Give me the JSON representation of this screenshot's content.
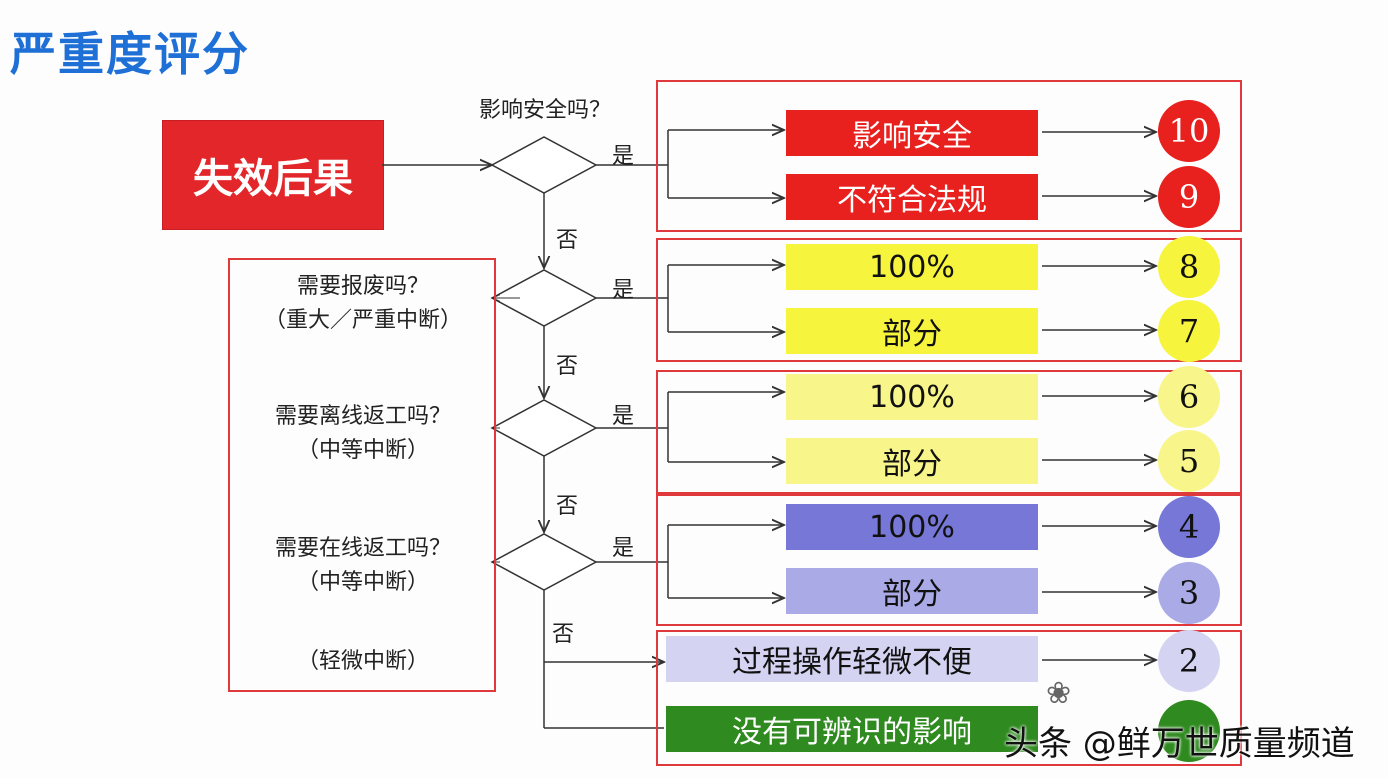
{
  "title": "严重度评分",
  "start": "失效后果",
  "questions": [
    {
      "line1": "影响安全吗？",
      "line2": ""
    },
    {
      "line1": "需要报废吗？",
      "line2": "（重大／严重中断）"
    },
    {
      "line1": "需要离线返工吗？",
      "line2": "（中等中断）"
    },
    {
      "line1": "需要在线返工吗？",
      "line2": "（中等中断）"
    }
  ],
  "minor_label": "（轻微中断）",
  "yes": "是",
  "no": "否",
  "outcomes": [
    {
      "label": "影响安全",
      "score": "10",
      "color": "#e8201e",
      "text_color": "#ffffff",
      "circle": "#e8201e",
      "circle_text": "#ffffff"
    },
    {
      "label": "不符合法规",
      "score": "9",
      "color": "#e8201e",
      "text_color": "#ffffff",
      "circle": "#e8201e",
      "circle_text": "#ffffff"
    },
    {
      "label": "100%",
      "score": "8",
      "color": "#f6f43c",
      "text_color": "#111111",
      "circle": "#f6f43c",
      "circle_text": "#111111"
    },
    {
      "label": "部分",
      "score": "7",
      "color": "#f6f43c",
      "text_color": "#111111",
      "circle": "#f6f43c",
      "circle_text": "#111111"
    },
    {
      "label": "100%",
      "score": "6",
      "color": "#f8f58a",
      "text_color": "#111111",
      "circle": "#f8f58a",
      "circle_text": "#111111"
    },
    {
      "label": "部分",
      "score": "5",
      "color": "#f8f58a",
      "text_color": "#111111",
      "circle": "#f8f58a",
      "circle_text": "#111111"
    },
    {
      "label": "100%",
      "score": "4",
      "color": "#7777d8",
      "text_color": "#111111",
      "circle": "#7777d8",
      "circle_text": "#111111"
    },
    {
      "label": "部分",
      "score": "3",
      "color": "#aaaae6",
      "text_color": "#111111",
      "circle": "#aaaae6",
      "circle_text": "#111111"
    },
    {
      "label": "过程操作轻微不便",
      "score": "2",
      "color": "#d4d4f2",
      "text_color": "#111111",
      "circle": "#d4d4f2",
      "circle_text": "#111111"
    },
    {
      "label": "没有可辨识的影响",
      "score": "",
      "color": "#2f8a1f",
      "text_color": "#ffffff",
      "circle": "#2f8a1f",
      "circle_text": "#ffffff"
    }
  ],
  "watermark": "头条 @鲜万世质量频道"
}
